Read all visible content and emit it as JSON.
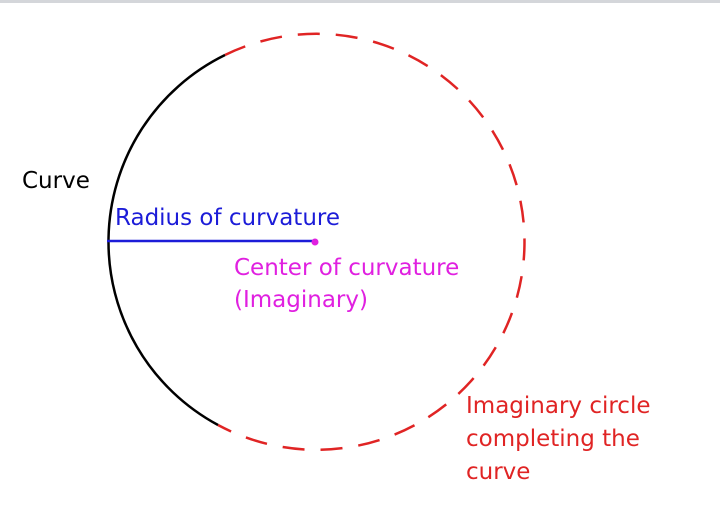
{
  "labels": {
    "curve": "Curve",
    "radius": "Radius of curvature",
    "center_line1": "Center of curvature",
    "center_line2": "(Imaginary)",
    "circle_line1": "Imaginary circle",
    "circle_line2": "completing the",
    "circle_line3": "curve"
  },
  "colors": {
    "curve": "#000000",
    "radius": "#1c1cd8",
    "center": "#e020e0",
    "imaginary_circle": "#e02424"
  }
}
